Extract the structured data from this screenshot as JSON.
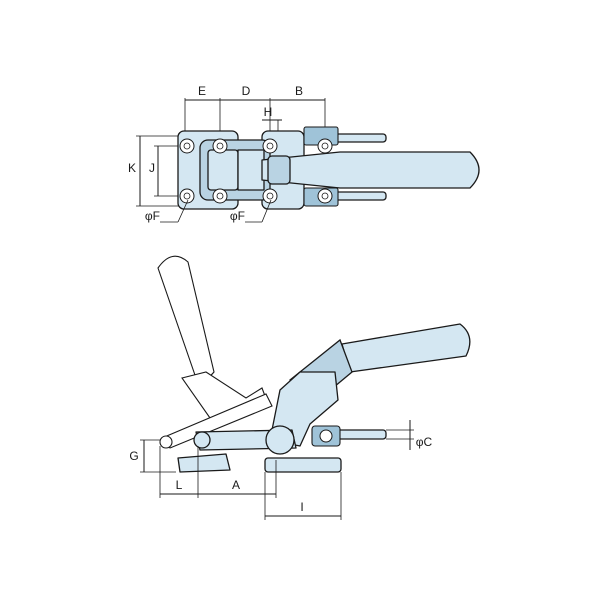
{
  "labels": {
    "E": "E",
    "D": "D",
    "B": "B",
    "H": "H",
    "K": "K",
    "J": "J",
    "F_left": "φF",
    "F_right": "φF",
    "G": "G",
    "C": "φC",
    "L": "L",
    "A": "A",
    "I": "I"
  }
}
